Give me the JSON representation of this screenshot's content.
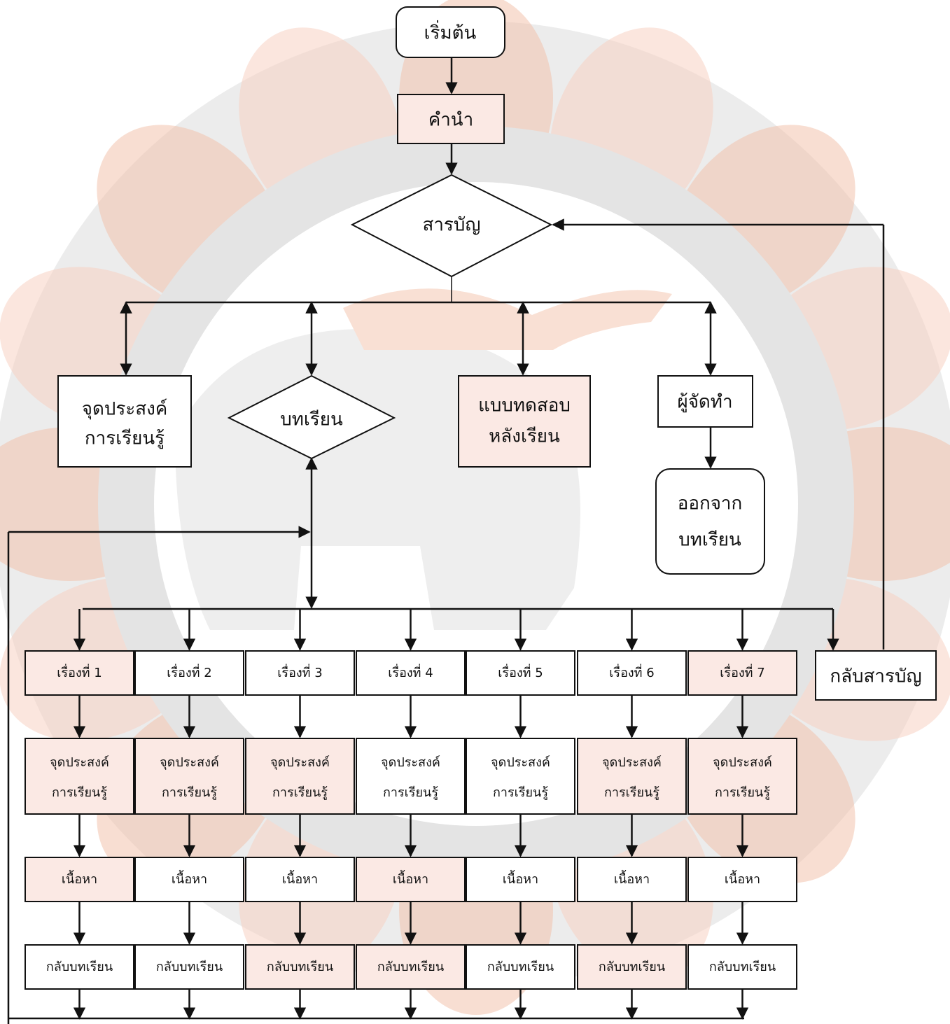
{
  "start": "เริ่มต้น",
  "intro": "คำนำ",
  "toc": "สารบัญ",
  "objectives": [
    "จุดประสงค์",
    "การเรียนรู้"
  ],
  "lesson": "บทเรียน",
  "posttest": [
    "แบบทดสอบ",
    "หลังเรียน"
  ],
  "author": "ผู้จัดทำ",
  "exit": [
    "ออกจาก",
    "บทเรียน"
  ],
  "back_to_toc": "กลับสารบัญ",
  "topics": [
    "เรื่องที่ 1",
    "เรื่องที่ 2",
    "เรื่องที่ 3",
    "เรื่องที่ 4",
    "เรื่องที่ 5",
    "เรื่องที่ 6",
    "เรื่องที่ 7"
  ],
  "topic_objectives": [
    "จุดประสงค์",
    "การเรียนรู้"
  ],
  "content": "เนื้อหา",
  "back_to_lesson": "กลับบทเรียน",
  "colors": {
    "tint": "#fbe9e4",
    "line": "#111111",
    "watermark_orange": "#f5c8b4",
    "watermark_gray": "#e2e2e2"
  }
}
